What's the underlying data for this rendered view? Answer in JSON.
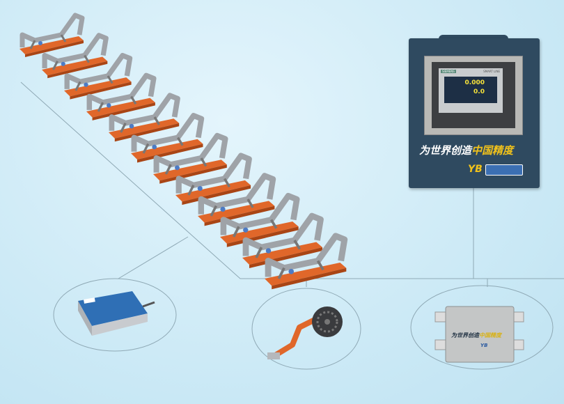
{
  "controller": {
    "screen_brand": "SIEMENS",
    "screen_model": "SMART LINE",
    "flow_value": "0.000",
    "rate_value": "0.0",
    "slogan_white": "为世界创造",
    "slogan_yellow": "中国精度",
    "logo": "YB"
  },
  "junction_box": {
    "slogan_white": "为世界创造",
    "slogan_yellow": "中国精度",
    "logo": "YB"
  },
  "colors": {
    "background": "#c9e8f5",
    "cabinet": "#2f4a60",
    "idler_frame": "#e0672a",
    "roller": "#9fa3a8",
    "accent_yellow": "#f1c21b"
  },
  "idler_count": 12
}
